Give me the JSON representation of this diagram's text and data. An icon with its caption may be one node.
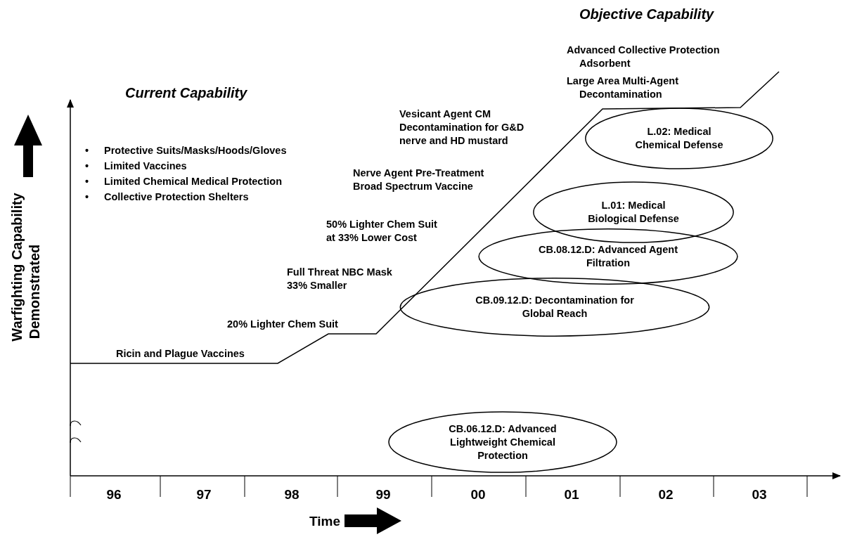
{
  "diagram": {
    "nodes": [
      {
        "text": [
          "L.02:  Medical Chemical Defense"
        ]
      },
      {
        "text": [
          "L.01:  Medical Biological Defense"
        ]
      },
      {
        "text": [
          "CB.08.12.D: Advanced Agent Filtration"
        ]
      },
      {
        "text": [
          "CB.09.12.D:  Decontamination for Global Reach"
        ]
      },
      {
        "text": [
          "CB.06.12.D:  Advanced Lightweight Chemical Protection"
        ]
      }
    ],
    "edges": [],
    "labels": [
      "Objective Capability",
      "Advanced Collective Protection Adsorbent",
      "Large Area Multi-Agent Decontamination",
      "Current Capability",
      "Vesicant Agent CM Decontamination for G&D nerve and HD mustard",
      "•",
      "Protective Suits/Masks/Hoods/Gloves",
      "•",
      "Limited Vaccines",
      "•",
      "Limited Chemical Medical Protection",
      "•",
      "Collective Protection Shelters",
      "Nerve Agent Pre-Treatment Broad Spectrum Vaccine",
      "50% Lighter Chem Suit at 33% Lower Cost",
      "Full Threat NBC Mask 33% Smaller",
      "20% Lighter Chem Suit",
      "Ricin and Plague Vaccines",
      "Warfighting Capability Demonstrated",
      "96",
      "97",
      "98",
      "99",
      "00",
      "01",
      "02",
      "03",
      "Time"
    ]
  }
}
